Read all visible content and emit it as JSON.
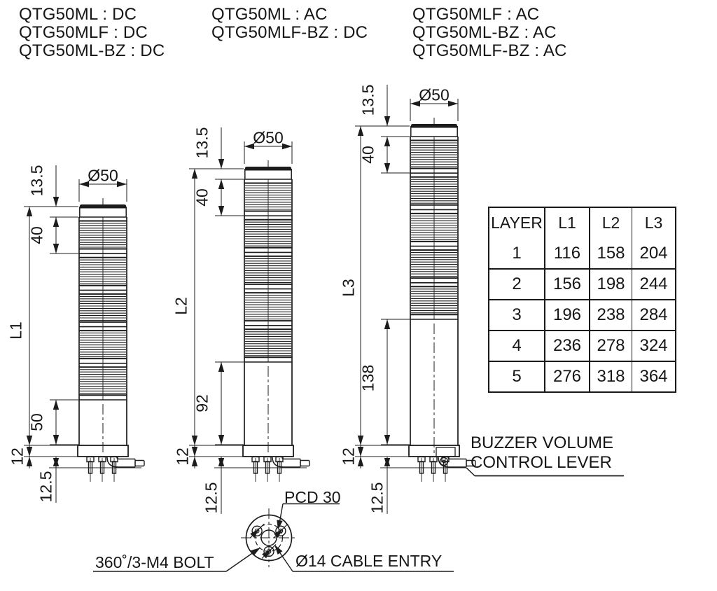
{
  "title_block": {
    "col1": [
      "QTG50ML : DC",
      "QTG50MLF : DC",
      "QTG50ML-BZ : DC"
    ],
    "col2": [
      "QTG50ML : AC",
      "QTG50MLF-BZ : DC"
    ],
    "col3": [
      "QTG50MLF : AC",
      "QTG50ML-BZ : AC",
      "QTG50MLF-BZ : AC"
    ],
    "supply_dc": "DC",
    "supply_ac": "AC"
  },
  "dimensions_table": {
    "headers": [
      "LAYER",
      "L1",
      "L2",
      "L3"
    ],
    "rows": [
      [
        "1",
        "116",
        "158",
        "204"
      ],
      [
        "2",
        "156",
        "198",
        "244"
      ],
      [
        "3",
        "196",
        "238",
        "284"
      ],
      [
        "4",
        "236",
        "278",
        "324"
      ],
      [
        "5",
        "276",
        "318",
        "364"
      ]
    ]
  },
  "figure": {
    "towers": [
      {
        "variant": "L1",
        "width_label": "Ø50",
        "cap_height_label": "13.5",
        "lens_height_label": "40",
        "overall_height_label": "L1",
        "body_height_label": "50",
        "base_height_label": "12",
        "bolt_length_label": "12.5"
      },
      {
        "variant": "L2",
        "width_label": "Ø50",
        "cap_height_label": "13.5",
        "lens_height_label": "40",
        "overall_height_label": "L2",
        "body_height_label": "92",
        "base_height_label": "12",
        "bolt_length_label": "12.5"
      },
      {
        "variant": "L3",
        "width_label": "Ø50",
        "cap_height_label": "13.5",
        "lens_height_label": "40",
        "overall_height_label": "L3",
        "body_height_label": "138",
        "base_height_label": "12",
        "bolt_length_label": "12.5"
      }
    ],
    "callouts": {
      "buzzer_line1": "BUZZER VOLUME",
      "buzzer_line2": "CONTROL LEVER",
      "pcd_label": "PCD 30",
      "bolt_label": "360˚/3-M4 BOLT",
      "cable_label": "Ø14 CABLE ENTRY"
    }
  },
  "colors": {
    "line": "#1c1c1c",
    "text": "#161616",
    "background": "#ffffff"
  }
}
